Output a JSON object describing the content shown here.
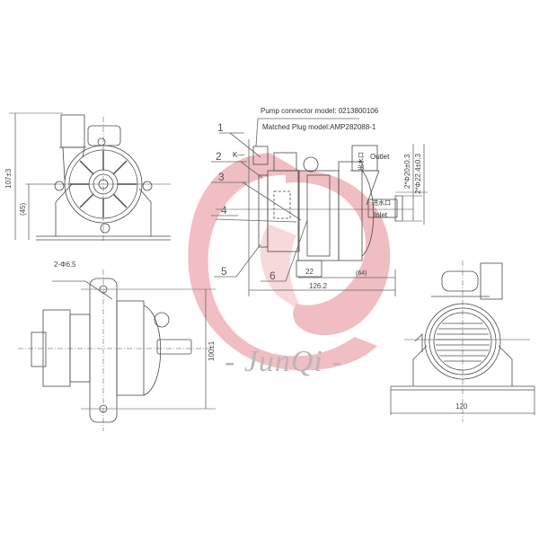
{
  "watermark": {
    "brand_text": "- JunQi -",
    "logo_color": "#e9a7ad"
  },
  "callouts": {
    "connector_model": "Pump connector model: 0213800106",
    "plug_model": "Matched Plug model:AMP282088-1",
    "part_numbers": [
      "1",
      "2",
      "3",
      "4",
      "5",
      "6"
    ],
    "k_marker": "K—",
    "outlet_cn": "出水口",
    "outlet_en": "Outlet",
    "inlet_cn": "进水口",
    "inlet_en": "Inlet"
  },
  "dimensions": {
    "front_height": "107±3",
    "front_axis_height": "(45)",
    "side_d1": "2*Φ20±0.3",
    "side_d2": "2*Φ22.4±0.3",
    "side_flange": "22",
    "side_outlet_offset": "(64)",
    "side_total_length": "126.2",
    "mount_holes": "2-Φ6.5",
    "top_hole_spacing": "100±1",
    "rear_width": "120"
  },
  "colors": {
    "line": "#4a4a4a",
    "light_line": "#8a8a8a",
    "watermark": "#e9a7ad"
  }
}
